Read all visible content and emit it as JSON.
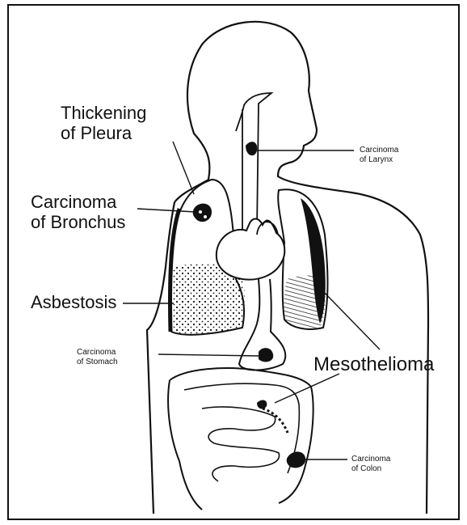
{
  "labels": {
    "thickening_pleura": [
      "Thickening",
      "of Pleura"
    ],
    "carcinoma_bronchus": [
      "Carcinoma",
      "of Bronchus"
    ],
    "asbestosis": "Asbestosis",
    "mesothelioma": "Mesothelioma",
    "carcinoma_larynx": [
      "Carcinoma",
      "of Larynx"
    ],
    "carcinoma_stomach": [
      "Carcinoma",
      "of Stomach"
    ],
    "carcinoma_colon": [
      "Carcinoma",
      "of Colon"
    ]
  },
  "colors": {
    "ink": "#111111",
    "background": "#ffffff"
  }
}
